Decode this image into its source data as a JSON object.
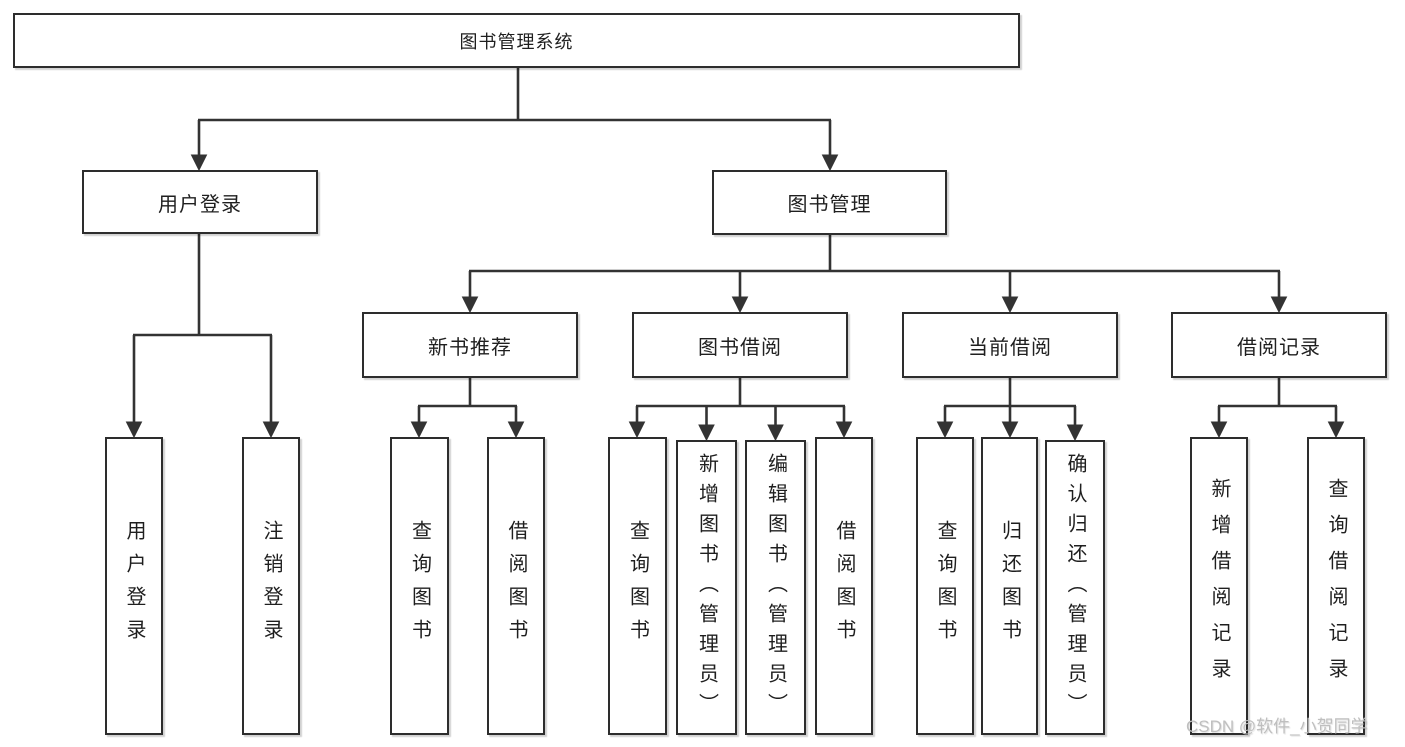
{
  "diagram": {
    "type": "tree",
    "title": "图书管理系统",
    "watermark": "CSDN @软件_小贺同学",
    "colors": {
      "background": "#ffffff",
      "line": "#333333",
      "box_border": "#2d2d2d",
      "text": "#1f1f1f",
      "watermark": "#bfbfbf"
    },
    "nodes": {
      "root": "图书管理系统",
      "user_login_module": "用户登录",
      "book_mgmt_module": "图书管理",
      "user_login": "用户登录",
      "logout": "注销登录",
      "new_book_rec": "新书推荐",
      "book_borrow": "图书借阅",
      "current_borrow": "当前借阅",
      "borrow_records": "借阅记录",
      "nr_query_books": "查询图书",
      "nr_borrow_books": "借阅图书",
      "bb_query_books": "查询图书",
      "bb_add_books": "新增图书（管理员）",
      "bb_edit_books": "编辑图书（管理员）",
      "bb_borrow_books": "借阅图书",
      "cb_query_books": "查询图书",
      "cb_return_books": "归还图书",
      "cb_confirm_return": "确认归还（管理员）",
      "br_add_record": "新增借阅记录",
      "br_query_record": "查询借阅记录"
    },
    "edges": [
      [
        "root",
        "user_login_module"
      ],
      [
        "root",
        "book_mgmt_module"
      ],
      [
        "user_login_module",
        "user_login"
      ],
      [
        "user_login_module",
        "logout"
      ],
      [
        "book_mgmt_module",
        "new_book_rec"
      ],
      [
        "book_mgmt_module",
        "book_borrow"
      ],
      [
        "book_mgmt_module",
        "current_borrow"
      ],
      [
        "book_mgmt_module",
        "borrow_records"
      ],
      [
        "new_book_rec",
        "nr_query_books"
      ],
      [
        "new_book_rec",
        "nr_borrow_books"
      ],
      [
        "book_borrow",
        "bb_query_books"
      ],
      [
        "book_borrow",
        "bb_add_books"
      ],
      [
        "book_borrow",
        "bb_edit_books"
      ],
      [
        "book_borrow",
        "bb_borrow_books"
      ],
      [
        "current_borrow",
        "cb_query_books"
      ],
      [
        "current_borrow",
        "cb_return_books"
      ],
      [
        "current_borrow",
        "cb_confirm_return"
      ],
      [
        "borrow_records",
        "br_add_record"
      ],
      [
        "borrow_records",
        "br_query_record"
      ]
    ]
  }
}
